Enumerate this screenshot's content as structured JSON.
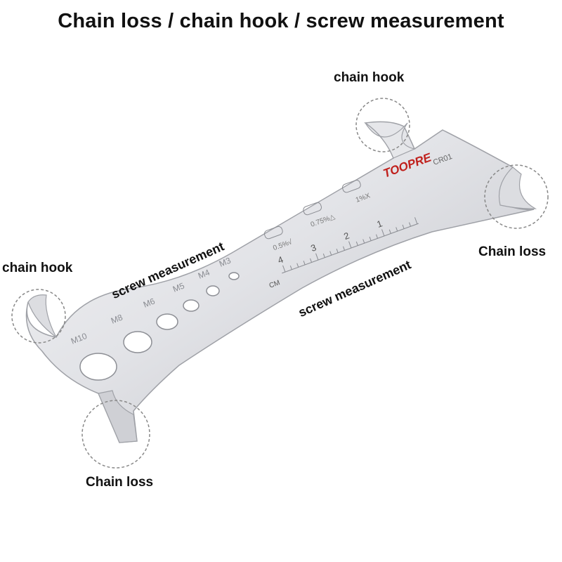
{
  "title": "Chain loss / chain hook / screw measurement",
  "callouts": {
    "top_right_hook": "chain hook",
    "left_hook": "chain hook",
    "right_loss": "Chain loss",
    "bottom_loss": "Chain loss",
    "screw_upper": "screw measurement",
    "screw_lower": "screw measurement"
  },
  "tool": {
    "brand": "TOOPRE",
    "model": "CR01",
    "hole_labels": [
      "M10",
      "M8",
      "M6",
      "M5",
      "M4",
      "M3"
    ],
    "ruler_unit": "CM",
    "ruler_numbers": [
      "4",
      "3",
      "2",
      "1"
    ],
    "wear_marks": [
      "0.5%√",
      "0.75%△",
      "1%X"
    ]
  },
  "colors": {
    "metal_light": "#f4f4f6",
    "metal_mid": "#d6d7db",
    "metal_dark": "#a9abb1",
    "brand_red": "#c0201c",
    "circle_dash": "#888888"
  }
}
